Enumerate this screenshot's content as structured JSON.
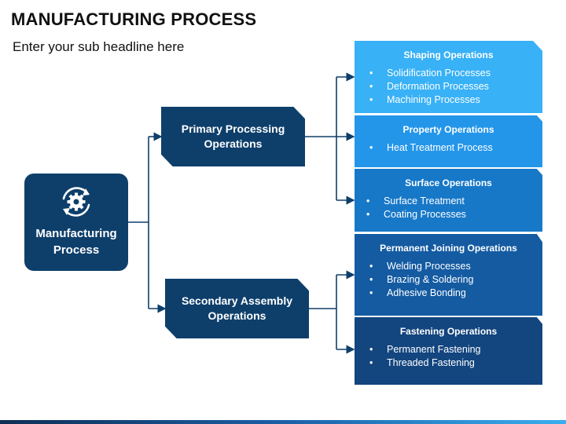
{
  "header": {
    "title": "MANUFACTURING PROCESS",
    "subtitle": "Enter your sub headline here"
  },
  "root": {
    "icon": "gear-cycle-icon",
    "label": "Manufacturing\nProcess"
  },
  "branches": [
    {
      "label": "Primary Processing\nOperations"
    },
    {
      "label": "Secondary Assembly\nOperations"
    }
  ],
  "cards": [
    {
      "title": "Shaping Operations",
      "items": [
        "Solidification Processes",
        "Deformation Processes",
        "Machining Processes"
      ],
      "color": "#38b1f6"
    },
    {
      "title": "Property Operations",
      "items": [
        "Heat Treatment Process"
      ],
      "color": "#2496ea"
    },
    {
      "title": "Surface Operations",
      "items": [
        "Surface Treatment",
        "Coating Processes"
      ],
      "color": "#1778c8"
    },
    {
      "title": "Permanent Joining Operations",
      "items": [
        "Welding Processes",
        "Brazing & Soldering",
        "Adhesive Bonding"
      ],
      "color": "#145ba2"
    },
    {
      "title": "Fastening Operations",
      "items": [
        "Permanent Fastening",
        "Threaded Fastening"
      ],
      "color": "#13457f"
    }
  ],
  "colors": {
    "dark_navy": "#0e3f6b",
    "connector": "#0e3f6b"
  }
}
